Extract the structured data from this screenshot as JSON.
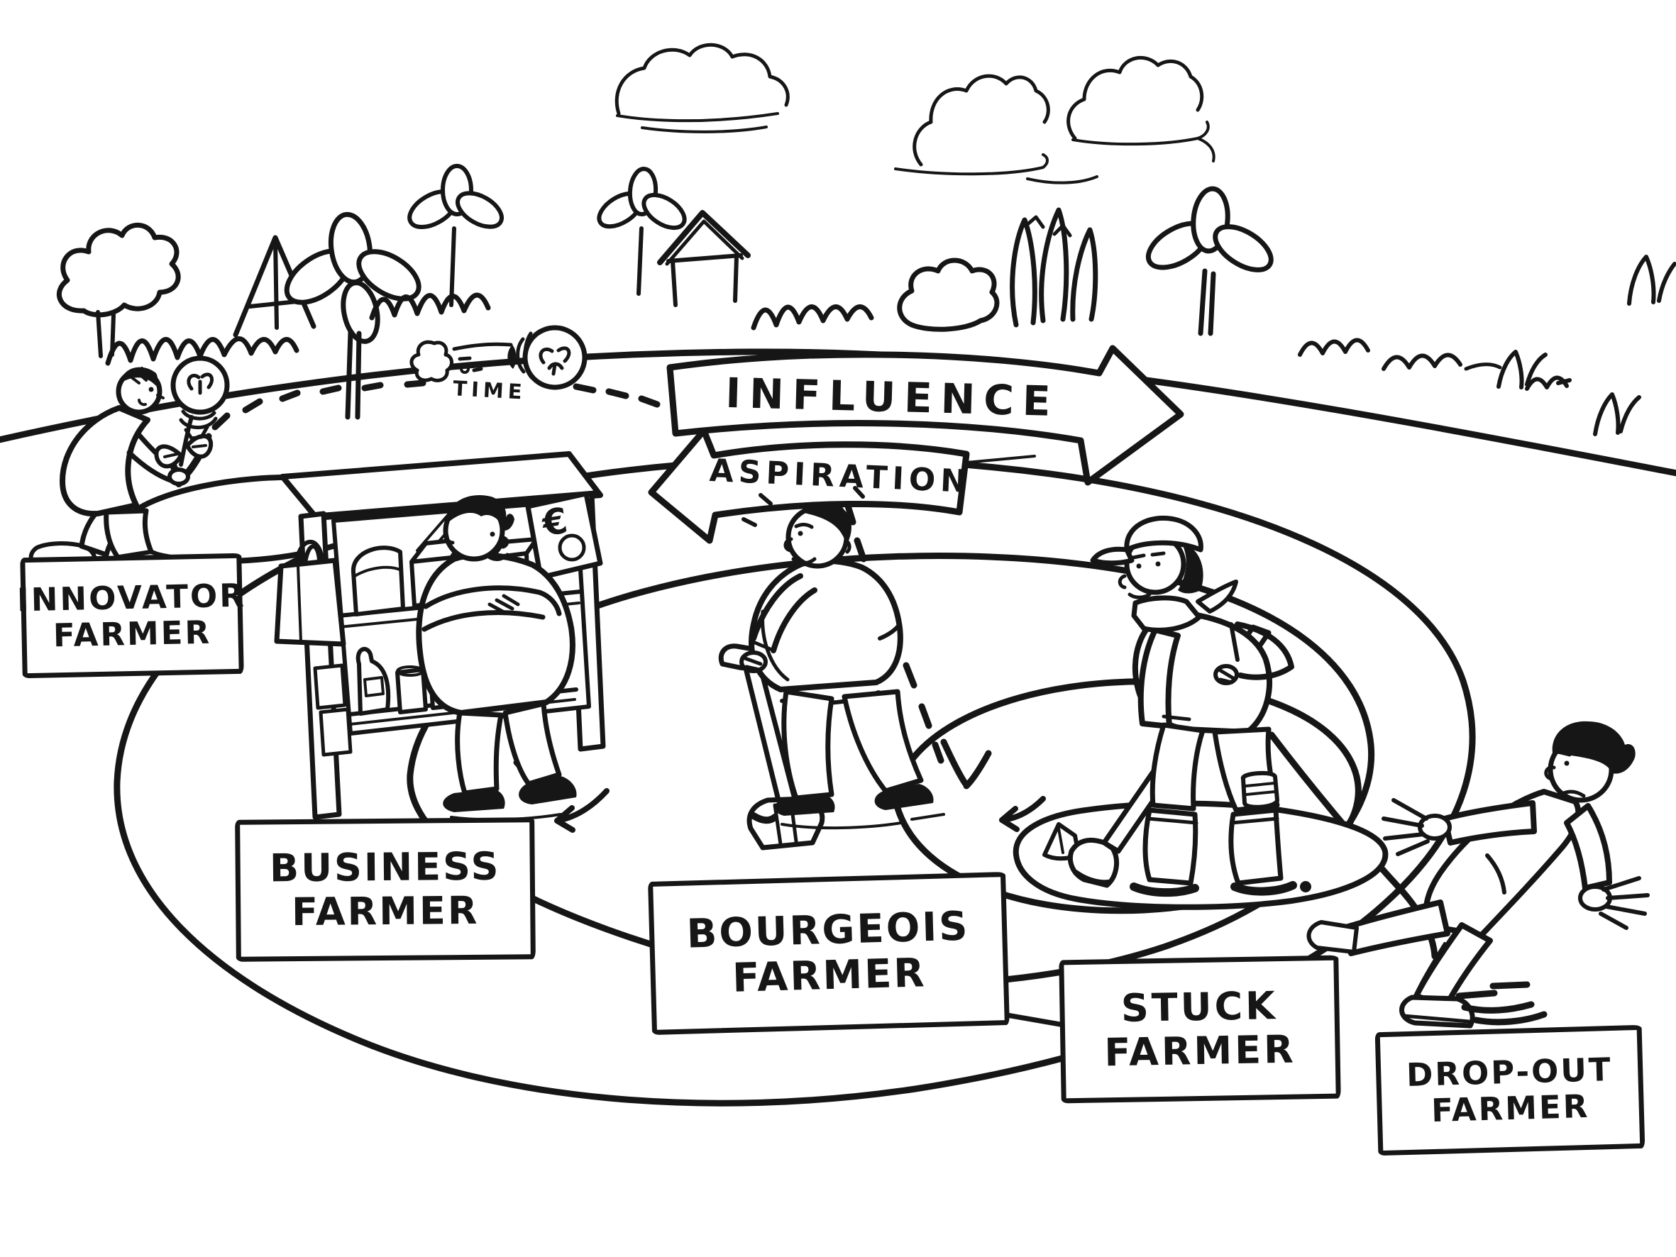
{
  "colors": {
    "ink": "#161616",
    "paper": "#ffffff"
  },
  "flow_arrows": {
    "influence": "INFLUENCE",
    "aspiration": "ASPIRATION"
  },
  "time": {
    "label": "TIME"
  },
  "stall": {
    "price_sign": "€"
  },
  "farmers": [
    {
      "key": "innovator",
      "label_line1": "INNOVATOR",
      "label_line2": "FARMER"
    },
    {
      "key": "business",
      "label_line1": "BUSINESS",
      "label_line2": "FARMER"
    },
    {
      "key": "bourgeois",
      "label_line1": "BOURGEOIS",
      "label_line2": "FARMER"
    },
    {
      "key": "stuck",
      "label_line1": "STUCK",
      "label_line2": "FARMER"
    },
    {
      "key": "dropout",
      "label_line1": "DROP-OUT",
      "label_line2": "FARMER"
    }
  ]
}
